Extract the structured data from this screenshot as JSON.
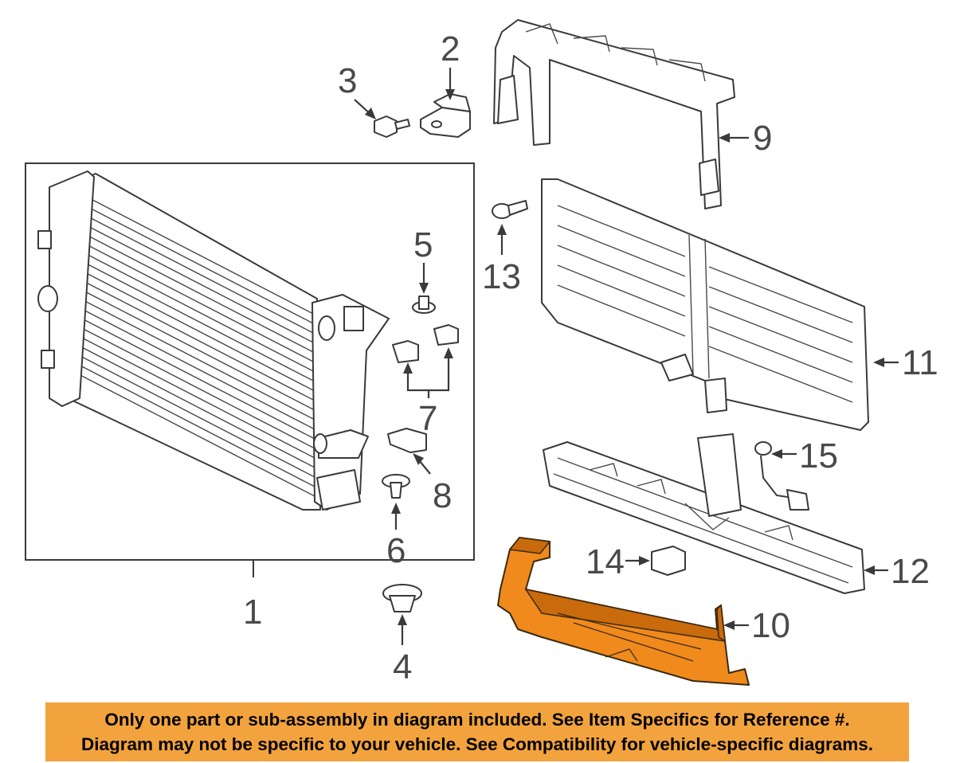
{
  "diagram": {
    "callouts": {
      "c1": "1",
      "c2": "2",
      "c3": "3",
      "c4": "4",
      "c5": "5",
      "c6": "6",
      "c7": "7",
      "c8": "8",
      "c9": "9",
      "c10": "10",
      "c11": "11",
      "c12": "12",
      "c13": "13",
      "c14": "14",
      "c15": "15"
    },
    "highlighted_part": "10",
    "highlight_color": "#f08a1c"
  },
  "disclaimer": {
    "line1": "Only one part or sub-assembly in diagram included. See Item Specifics for Reference #.",
    "line2": "Diagram may not be specific to your vehicle. See Compatibility for vehicle-specific diagrams.",
    "background_color": "#f2a33d"
  }
}
